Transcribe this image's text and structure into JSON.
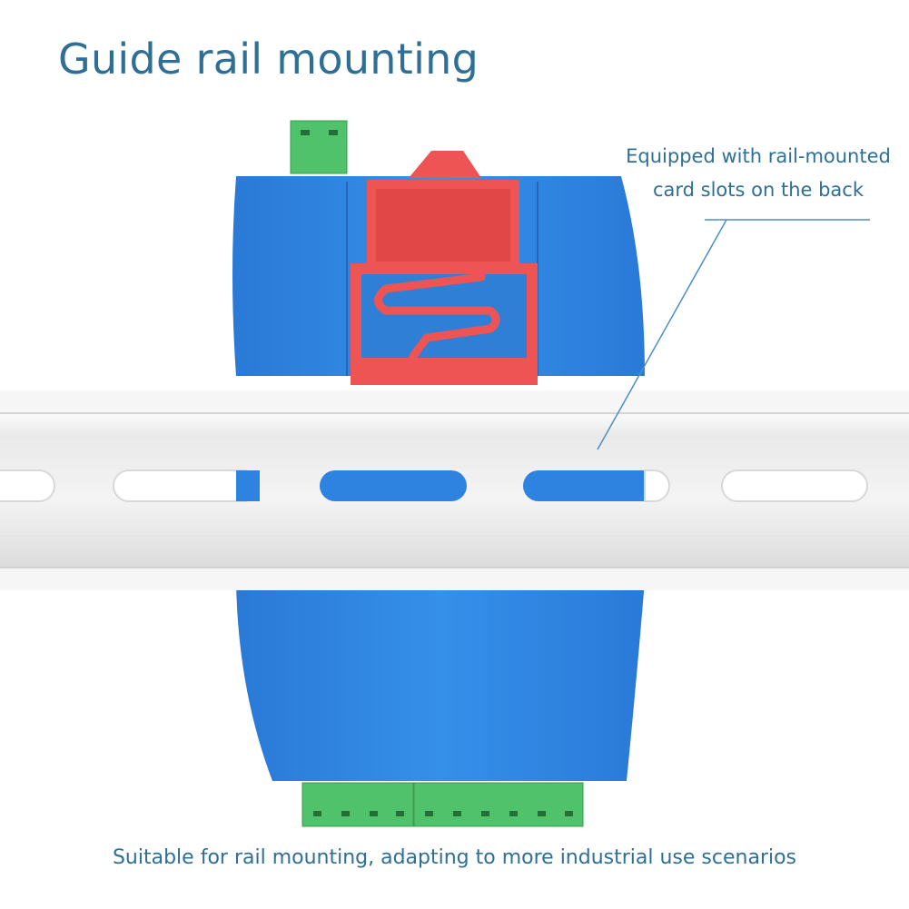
{
  "title": "Guide rail mounting",
  "callout": {
    "line1": "Equipped with rail-mounted",
    "line2": "card slots on the back"
  },
  "caption": "Suitable for rail mounting, adapting to more industrial use scenarios",
  "colors": {
    "text": "#2f6f95",
    "housing_blue": "#2e83e0",
    "clip_red": "#ee5453",
    "terminal_green": "#4fc26b",
    "rail_white": "#f1f1f1"
  }
}
